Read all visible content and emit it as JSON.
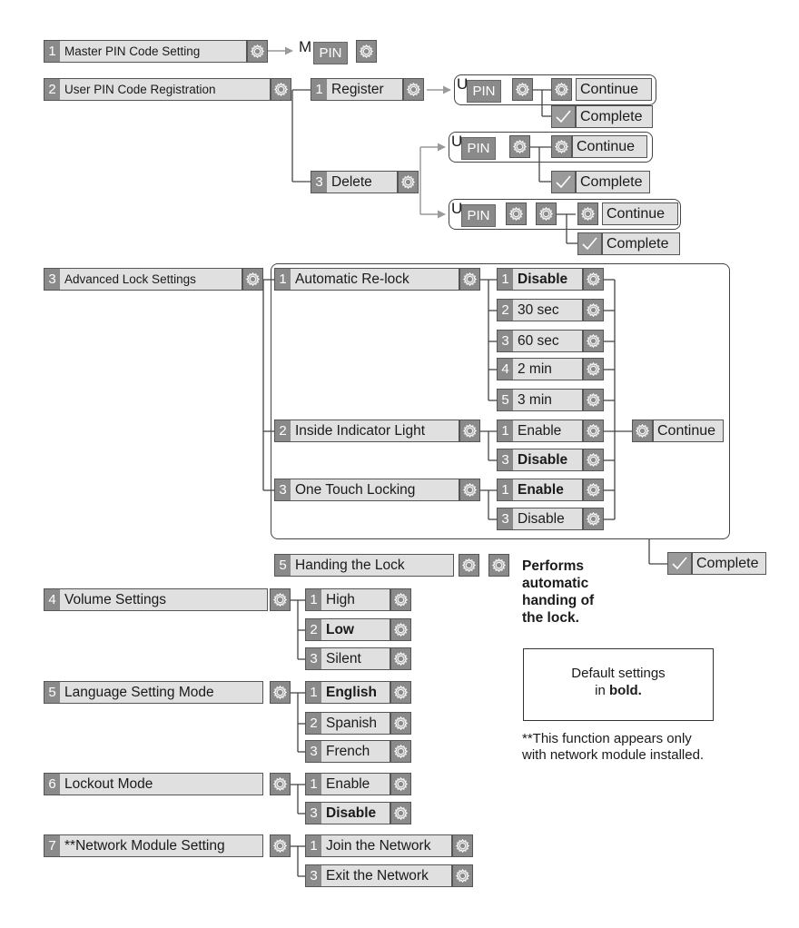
{
  "menu_1": {
    "num": "1",
    "label": "Master PIN Code Setting",
    "m_prefix": "M",
    "pin": "PIN"
  },
  "menu_2": {
    "num": "2",
    "label": "User PIN Code Registration",
    "register": {
      "num": "1",
      "label": "Register"
    },
    "delete": {
      "num": "3",
      "label": "Delete"
    },
    "u_prefix": "U",
    "pin": "PIN",
    "continue": "Continue",
    "complete": "Complete"
  },
  "menu_3": {
    "num": "3",
    "label": "Advanced Lock Settings",
    "relock": {
      "num": "1",
      "label": "Automatic Re-lock",
      "options": [
        {
          "num": "1",
          "label": "Disable"
        },
        {
          "num": "2",
          "label": "30 sec"
        },
        {
          "num": "3",
          "label": "60 sec"
        },
        {
          "num": "4",
          "label": "2 min"
        },
        {
          "num": "5",
          "label": "3 min"
        }
      ]
    },
    "indicator": {
      "num": "2",
      "label": "Inside Indicator Light",
      "options": [
        {
          "num": "1",
          "label": "Enable"
        },
        {
          "num": "3",
          "label": "Disable"
        }
      ]
    },
    "onetouch": {
      "num": "3",
      "label": "One Touch Locking",
      "options": [
        {
          "num": "1",
          "label": "Enable"
        },
        {
          "num": "3",
          "label": "Disable"
        }
      ]
    },
    "continue": "Continue",
    "complete": "Complete"
  },
  "handing": {
    "num": "5",
    "label": "Handing the Lock",
    "note": [
      "Performs",
      "automatic",
      "handing of",
      "the lock."
    ]
  },
  "menu_4": {
    "num": "4",
    "label": "Volume Settings",
    "options": [
      {
        "num": "1",
        "label": "High"
      },
      {
        "num": "2",
        "label": "Low"
      },
      {
        "num": "3",
        "label": "Silent"
      }
    ]
  },
  "menu_5": {
    "num": "5",
    "label": "Language Setting Mode",
    "options": [
      {
        "num": "1",
        "label": "English"
      },
      {
        "num": "2",
        "label": "Spanish"
      },
      {
        "num": "3",
        "label": "French"
      }
    ]
  },
  "menu_6": {
    "num": "6",
    "label": "Lockout Mode",
    "options": [
      {
        "num": "1",
        "label": "Enable"
      },
      {
        "num": "3",
        "label": "Disable"
      }
    ]
  },
  "menu_7": {
    "num": "7",
    "label": "**Network Module Setting",
    "options": [
      {
        "num": "1",
        "label": "Join the Network"
      },
      {
        "num": "3",
        "label": "Exit the Network"
      }
    ]
  },
  "legend": {
    "line1": "Default settings",
    "line2_prefix": "in",
    "line2_bold": "bold."
  },
  "footnote": [
    "**This function appears only",
    "with network module installed."
  ],
  "colors": {
    "tile": "#8a8a8a",
    "box_fill": "#e0e0e0",
    "line": "#444444",
    "arrow": "#9a9a9a",
    "check_tile": "#9a9a9a"
  },
  "icons": {
    "gear": "gear-icon",
    "check": "checkmark-icon",
    "arrow": "arrow-right-icon"
  }
}
